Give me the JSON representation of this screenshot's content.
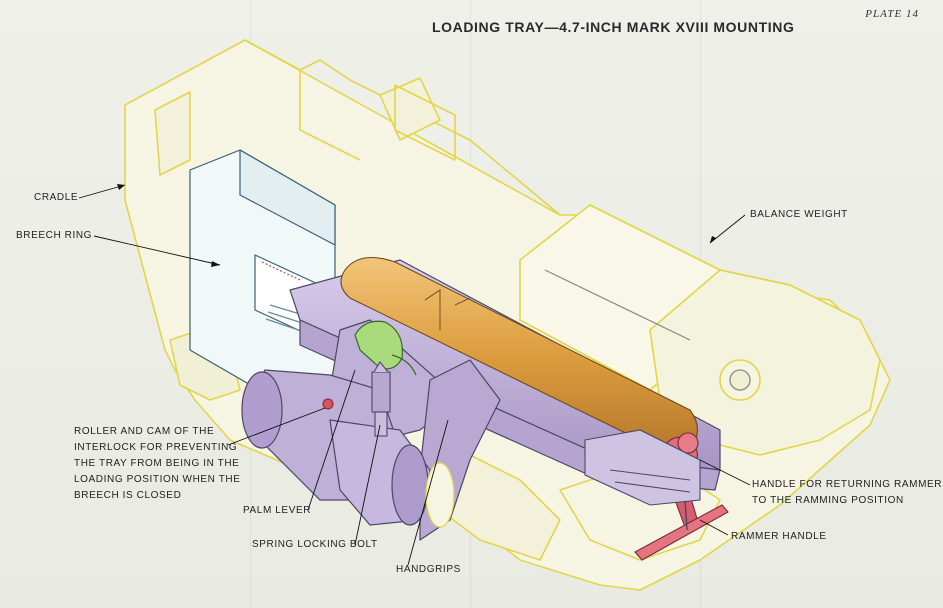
{
  "plate_number": "PLATE 14",
  "title": "LOADING TRAY—4.7-INCH MARK XVIII MOUNTING",
  "labels": {
    "cradle": "CRADLE",
    "breech_ring": "BREECH RING",
    "balance_weight": "BALANCE WEIGHT",
    "roller_cam": "ROLLER AND CAM OF THE\nINTERLOCK FOR PREVENTING\nTHE TRAY FROM BEING IN THE\nLOADING POSITION WHEN THE\nBREECH IS CLOSED",
    "palm_lever": "PALM LEVER",
    "spring_locking_bolt": "SPRING LOCKING BOLT",
    "handgrips": "HANDGRIPS",
    "handle_returning": "HANDLE FOR RETURNING RAMMER\nTO THE RAMMING POSITION",
    "rammer_handle": "RAMMER HANDLE"
  },
  "colors": {
    "background": "#eceee6",
    "outline_yellow": "#e6d84a",
    "tray_purple": "#c6b7dd",
    "cartridge_orange": "#e0a544",
    "lever_green": "#a7d97a",
    "rammer_red": "#de6e7c",
    "breech_blue": "#eef5f5"
  }
}
